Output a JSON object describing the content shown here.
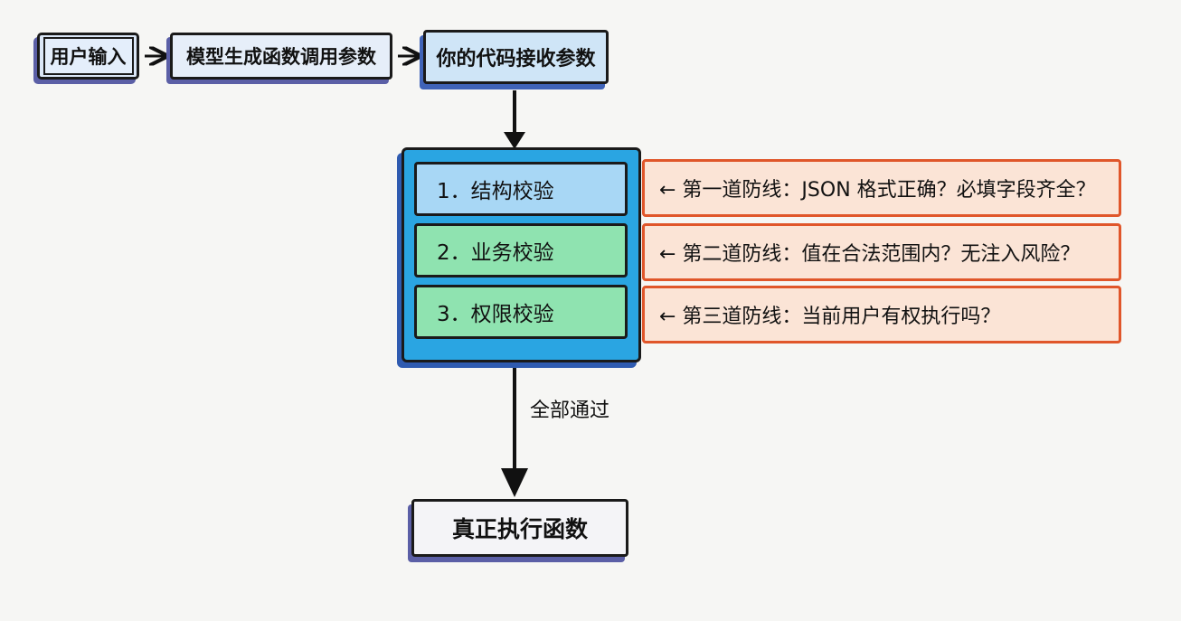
{
  "flow": {
    "user_input": "用户输入",
    "model_params": "模型生成函数调用参数",
    "code_receive": "你的代码接收参数",
    "execute": "真正执行函数",
    "pass_label": "全部通过"
  },
  "validations": [
    {
      "label": "1．结构校验",
      "color": "#a8d7f5"
    },
    {
      "label": "2．业务校验",
      "color": "#8fe3b0"
    },
    {
      "label": "3．权限校验",
      "color": "#8fe3b0"
    }
  ],
  "notes": [
    {
      "text": "← 第一道防线：JSON 格式正确？必填字段齐全？"
    },
    {
      "text": "← 第二道防线：值在合法范围内？无注入风险？"
    },
    {
      "text": "← 第三道防线：当前用户有权执行吗？"
    }
  ],
  "colors": {
    "validator_frame": "#2aa5e2",
    "note_border": "#e0562a",
    "note_fill": "#fbe4d6"
  }
}
